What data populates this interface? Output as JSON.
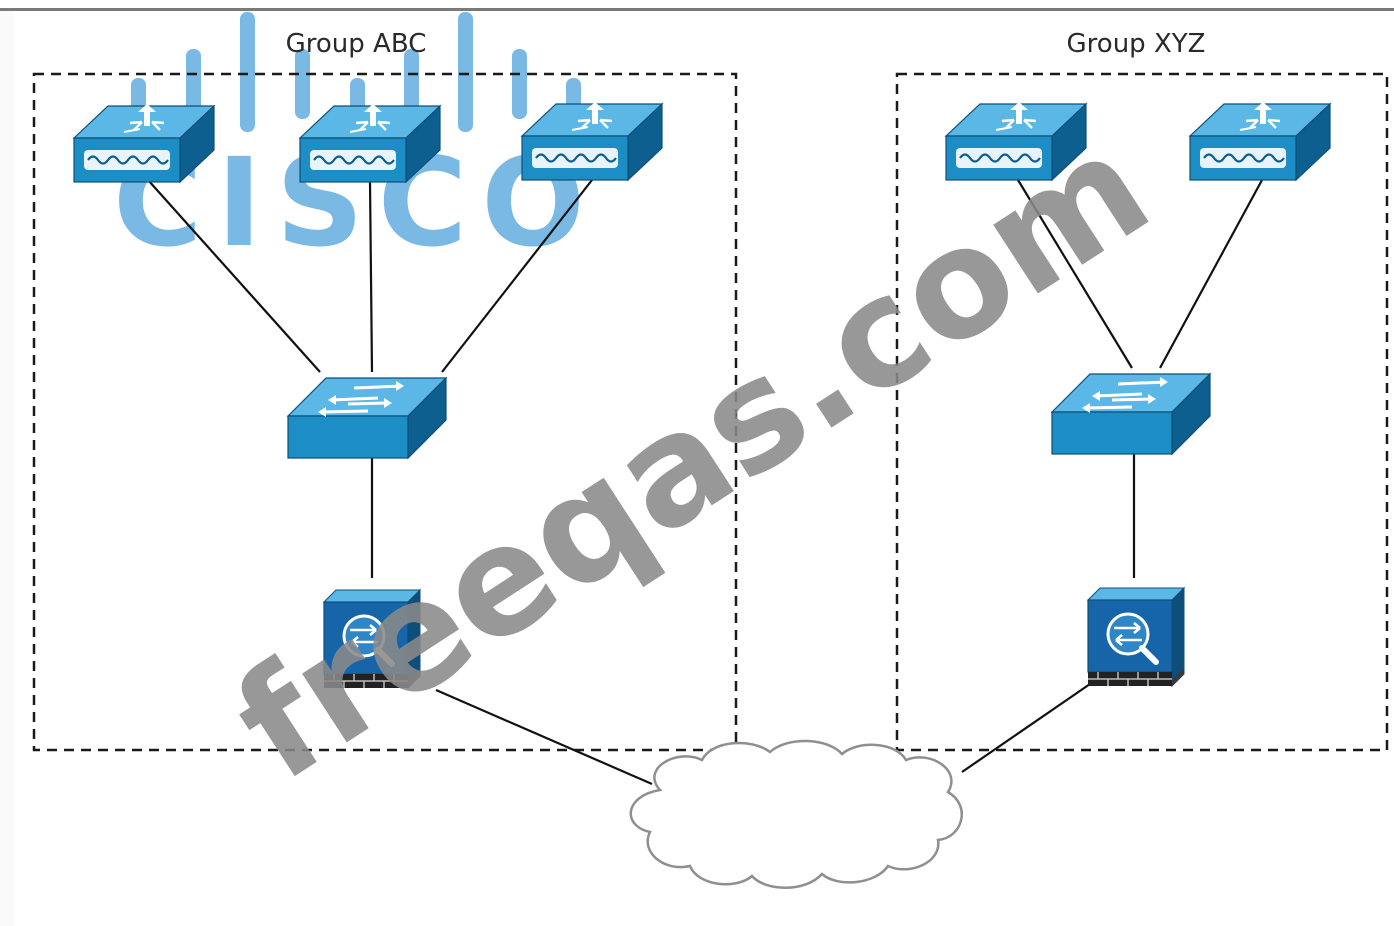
{
  "groups": [
    {
      "id": "abc",
      "label": "Group ABC",
      "access_points": 3
    },
    {
      "id": "xyz",
      "label": "Group XYZ",
      "access_points": 2
    }
  ],
  "watermarks": {
    "logo_text": "CISCO",
    "site_text": "freeqas.com"
  },
  "colors": {
    "device_blue": "#1d8dc6",
    "device_blue_dark": "#0d5f8f",
    "device_blue_light": "#5bb8e6",
    "firewall_blue": "#1565a8",
    "cloud_stroke": "#8f8f8f",
    "box_stroke": "#1a1a1a",
    "logo_color": "#6cb2e2",
    "watermark_gray": "#8a8a8a"
  },
  "icons": [
    "wireless-access-point-icon",
    "switch-icon",
    "firewall-icon",
    "cloud-icon"
  ]
}
